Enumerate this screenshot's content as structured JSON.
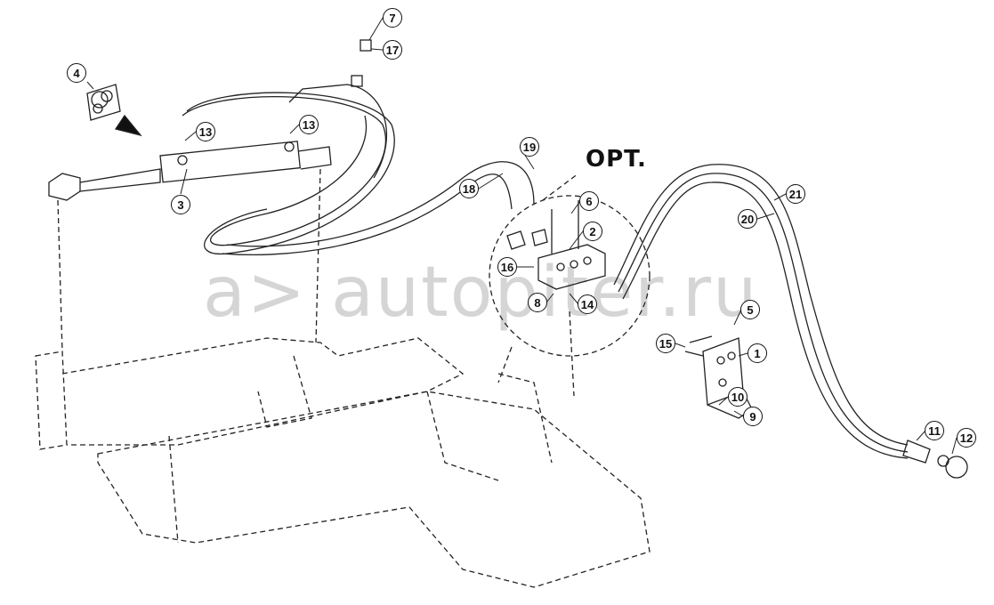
{
  "diagram": {
    "option_label": "OPT.",
    "watermark": "a> autopiter.ru",
    "callouts": [
      "7",
      "17",
      "4",
      "13",
      "13",
      "3",
      "19",
      "18",
      "6",
      "2",
      "16",
      "8",
      "14",
      "21",
      "20",
      "5",
      "15",
      "1",
      "10",
      "9",
      "11",
      "12"
    ]
  }
}
